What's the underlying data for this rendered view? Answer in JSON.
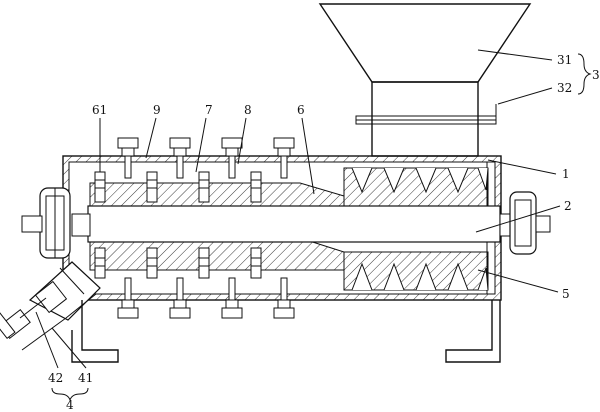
{
  "figure": {
    "labels": {
      "l61": "61",
      "l9": "9",
      "l7": "7",
      "l8": "8",
      "l6": "6",
      "l31": "31",
      "l32": "32",
      "l3": "3",
      "l1": "1",
      "l2": "2",
      "l5": "5",
      "l42": "42",
      "l41": "41",
      "l4": "4"
    }
  }
}
